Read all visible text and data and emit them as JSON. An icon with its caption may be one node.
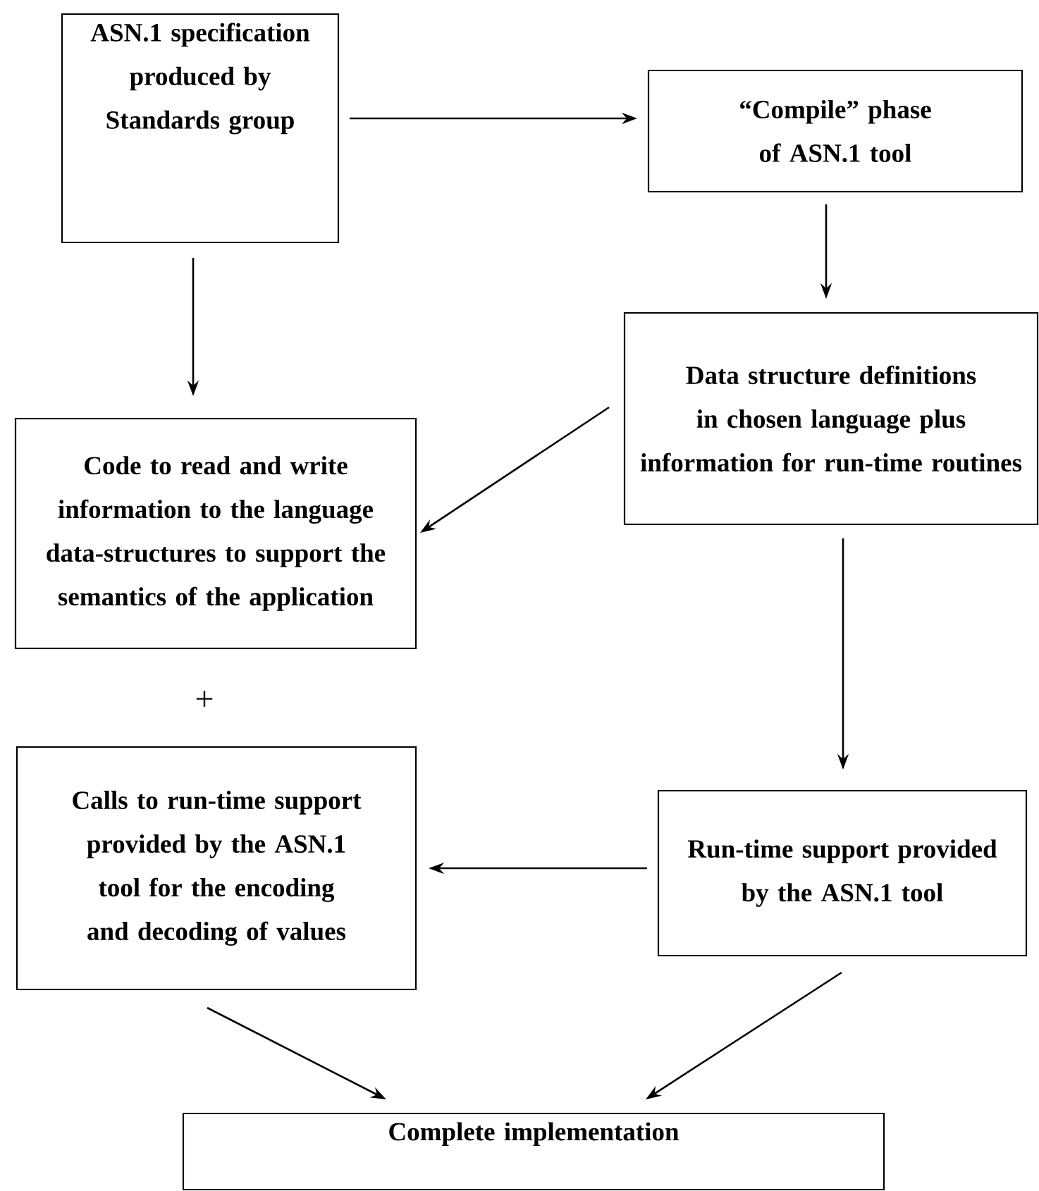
{
  "diagram": {
    "nodes": [
      {
        "text": [
          "ASN.1 specification produced by Standards group"
        ]
      },
      {
        "text": [
          "“Compile” phase of ASN.1 tool"
        ]
      },
      {
        "text": [
          "Data structure definitions in chosen language plus information for run-time routines"
        ]
      },
      {
        "text": [
          "Code to read and write information to the language data-structures to support the semantics of the application"
        ]
      },
      {
        "text": [
          "Calls to run-time support provided by the ASN.1 tool for the encoding and decoding of values"
        ]
      },
      {
        "text": [
          "Run-time support provided by the ASN.1 tool"
        ]
      },
      {
        "text": [
          "Complete implementation"
        ]
      }
    ],
    "edges": [
      {
        "from": 0,
        "to": 1,
        "arrow": "to"
      },
      {
        "from": 0,
        "to": 3,
        "arrow": "to"
      },
      {
        "from": 1,
        "to": 2,
        "arrow": "to"
      },
      {
        "from": 2,
        "to": 3,
        "arrow": "to"
      },
      {
        "from": 2,
        "to": 5,
        "arrow": "to"
      },
      {
        "from": 5,
        "to": 4,
        "arrow": "to"
      },
      {
        "from": 4,
        "to": 6,
        "arrow": "to"
      },
      {
        "from": 5,
        "to": 6,
        "arrow": "to"
      }
    ],
    "labels": [
      "+"
    ]
  }
}
